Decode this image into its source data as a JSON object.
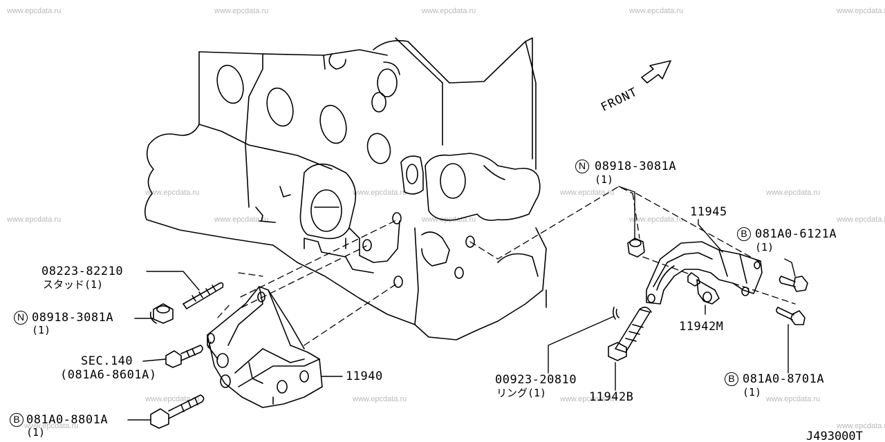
{
  "watermark": "www.epcdata.ru",
  "front_label": "FRONT",
  "drawing_number": "J493000T",
  "callouts": {
    "stud_part": "08223-82210",
    "stud_desc": "スタッド(1)",
    "nut_left_prefix": "N",
    "nut_left_part": "08918-3081A",
    "nut_left_qty": "(1)",
    "sec_ref": "SEC.140",
    "sec_bolt": "(081A6-8601A)",
    "bolt_left_prefix": "B",
    "bolt_left_part": "081A0-8801A",
    "bolt_left_qty": "(1)",
    "bracket_left": "11940",
    "ring_part": "00923-20810",
    "ring_desc": "リング(1)",
    "bolt_11942b": "11942B",
    "nut_right_prefix": "N",
    "nut_right_part": "08918-3081A",
    "nut_right_qty": "(1)",
    "bracket_right": "11945",
    "bolt_r1_prefix": "B",
    "bolt_r1_part": "081A0-6121A",
    "bolt_r1_qty": "(1)",
    "spacer": "11942M",
    "bolt_r2_prefix": "B",
    "bolt_r2_part": "081A0-8701A",
    "bolt_r2_qty": "(1)"
  }
}
